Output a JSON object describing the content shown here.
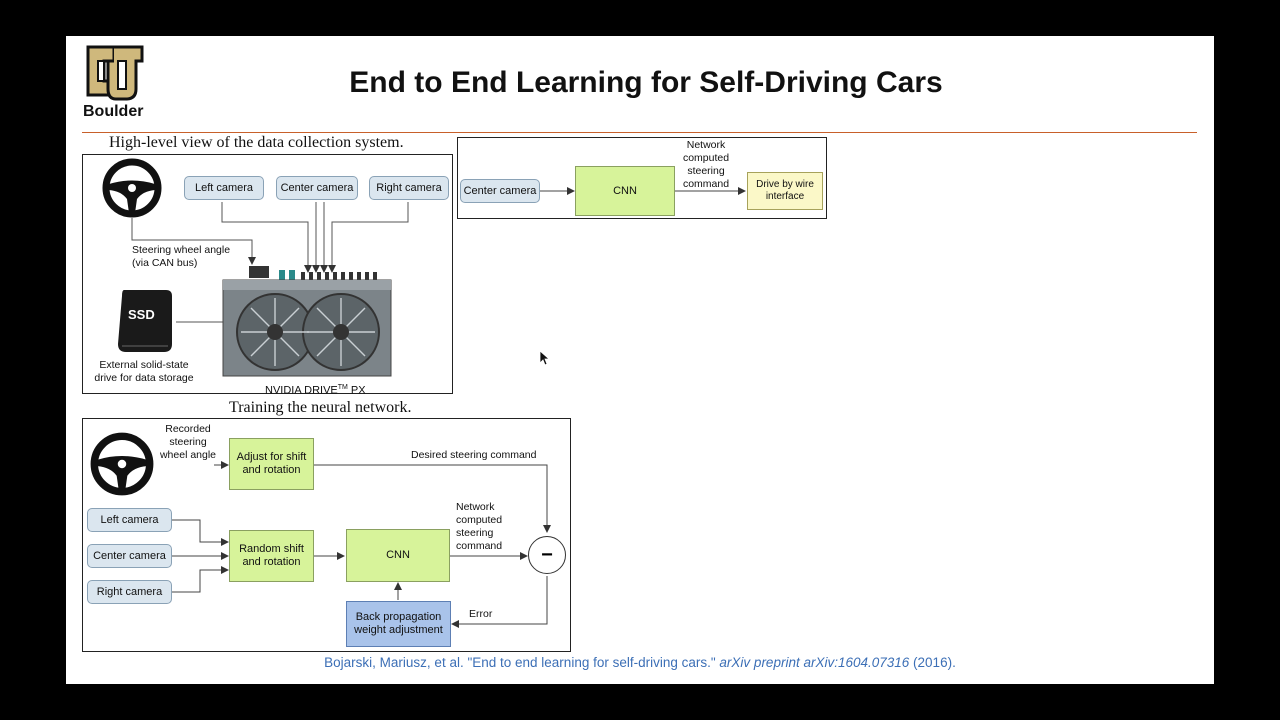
{
  "slide": {
    "logo_text": "Boulder",
    "title": "End to End Learning for Self-Driving Cars"
  },
  "collection": {
    "caption": "High-level view of the data collection system.",
    "cameras": [
      "Left camera",
      "Center camera",
      "Right camera"
    ],
    "steering_label_1": "Steering wheel angle",
    "steering_label_2": "(via CAN bus)",
    "ssd_label": "SSD",
    "storage_label_1": "External solid-state",
    "storage_label_2": "drive for data storage",
    "device_label": "NVIDIA DRIVE",
    "device_tm": "TM",
    "device_suffix": " PX"
  },
  "inference": {
    "camera": "Center camera",
    "cnn": "CNN",
    "network_label": [
      "Network",
      "computed",
      "steering",
      "command"
    ],
    "drive_box": [
      "Drive by wire",
      "interface"
    ]
  },
  "training": {
    "caption": "Training the neural network.",
    "recorded_label": [
      "Recorded",
      "steering",
      "wheel angle"
    ],
    "adjust_box": [
      "Adjust for shift",
      "and rotation"
    ],
    "desired_label": "Desired steering command",
    "cameras": [
      "Left camera",
      "Center camera",
      "Right camera"
    ],
    "random_box": [
      "Random shift",
      "and rotation"
    ],
    "cnn": "CNN",
    "network_label": [
      "Network",
      "computed",
      "steering",
      "command"
    ],
    "minus": "−",
    "error_label": "Error",
    "backprop_box": [
      "Back propagation",
      "weight adjustment"
    ]
  },
  "citation": {
    "authors": "Bojarski, Mariusz, et al. \"End to end learning for self-driving cars.\" ",
    "venue": "arXiv preprint arXiv:1604.07316",
    "year": " (2016)."
  },
  "colors": {
    "logo_gold": "#cfb87c",
    "rule": "#c8602a",
    "citation": "#3c6fb6",
    "green_box": "#d7f39a",
    "blue_box": "#a9c3ea",
    "camera_box": "#dbe6ef"
  }
}
